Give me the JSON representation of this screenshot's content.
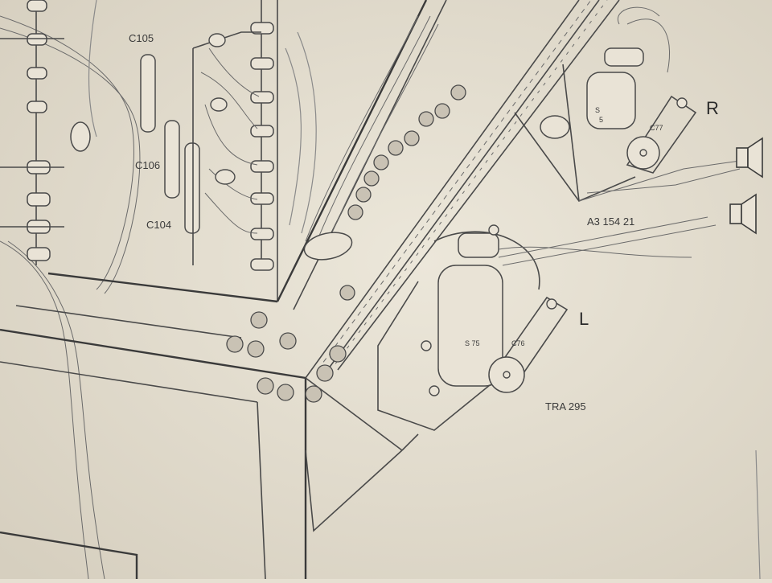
{
  "diagram": {
    "labels": {
      "right_channel": "R",
      "left_channel": "L",
      "part_number": "A3 154 21",
      "drawing_number": "TRA 295",
      "c105": "C105",
      "c106": "C106",
      "c104": "C104",
      "c77": "C77",
      "c76": "C76",
      "s75": "S 75",
      "s_r": "S",
      "s_pin": "5"
    },
    "colors": {
      "paper": "#e6e0d2",
      "ink": "#4a4a4a"
    },
    "icons": [
      "speaker-icon-top",
      "speaker-icon-bottom"
    ]
  }
}
